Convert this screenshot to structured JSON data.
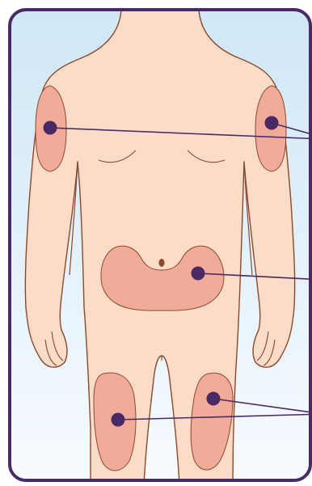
{
  "colors": {
    "frame_stroke": "#4a2a66",
    "background_top": "#cfe7f7",
    "background_bottom": "#f7fbff",
    "skin": "#fbdcc9",
    "outline": "#8b4a2a",
    "site_fill": "#f2ab98",
    "marker": "#4a2a66",
    "leader": "#4a2a66"
  },
  "injection_sites": [
    {
      "id": "left-upper-arm"
    },
    {
      "id": "right-upper-arm"
    },
    {
      "id": "abdomen"
    },
    {
      "id": "left-thigh"
    },
    {
      "id": "right-thigh"
    }
  ]
}
